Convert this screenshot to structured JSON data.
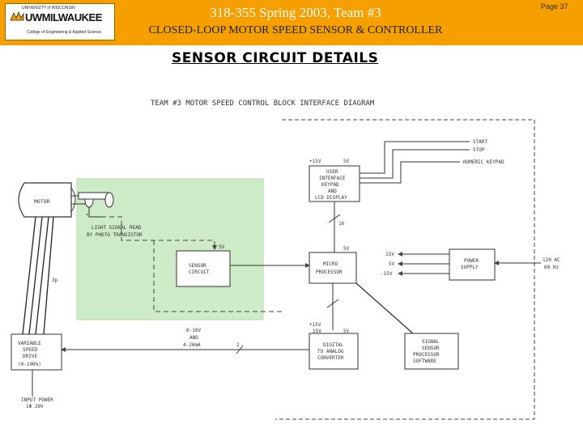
{
  "header": {
    "logo": {
      "university": "UNIVERSITY of WISCONSIN",
      "name": "UWMILWAUKEE",
      "college": "College of Engineering & Applied Science"
    },
    "title": "318-355 Spring 2003, Team #3",
    "subtitle": "CLOSED-LOOP MOTOR SPEED SENSOR & CONTROLLER",
    "page": "Page 37"
  },
  "slide_title": "SENSOR CIRCUIT DETAILS",
  "diagram": {
    "title": "TEAM #3 MOTOR SPEED CONTROL BLOCK INTERFACE DIAGRAM",
    "blocks": {
      "motor": "MOTOR",
      "photo": [
        "LIGHT SIGNAL READ",
        "BY PHOTO TRANSISTOR"
      ],
      "sensor": [
        "SENSOR",
        "CIRCUIT"
      ],
      "ui": [
        "USER",
        "INTERFACE",
        "KEYPAD",
        "AND",
        "LCD DISPLAY"
      ],
      "micro": [
        "MICRO",
        "PROCESSOR"
      ],
      "power": [
        "POWER",
        "SUPPLY"
      ],
      "dac": [
        "DIGITAL",
        "TO ANALOG",
        "CONVERTER"
      ],
      "signal": [
        "SIGNAL",
        "SENSOR",
        "PROCESSOR",
        "SOFTWARE"
      ],
      "drive": [
        "VARIABLE",
        "SPEED",
        "DRIVE",
        "(0-100%)"
      ],
      "input_power": [
        "INPUT POWER",
        "1Φ 20V"
      ]
    },
    "labels": {
      "start": "START",
      "stop": "STOP",
      "numeric_keypad": "NUMERIC KEYPAD",
      "ui_p15v": "+15V",
      "ui_5v": "5V",
      "bus_16": "16",
      "micro_5v": "5V",
      "sensor_5v": "5V",
      "ps_15v": "15V",
      "ps_5v": "5V",
      "ps_m15v": "-15V",
      "ac_in": [
        "120 AC",
        "60 Hz"
      ],
      "dac_p15v": "+15V",
      "dac_15v": "15V",
      "dac_5v": "5V",
      "analog_range": [
        "0-10V",
        "AND",
        "4-20mA"
      ],
      "analog_2": "2",
      "lead_3p": "3p"
    }
  }
}
